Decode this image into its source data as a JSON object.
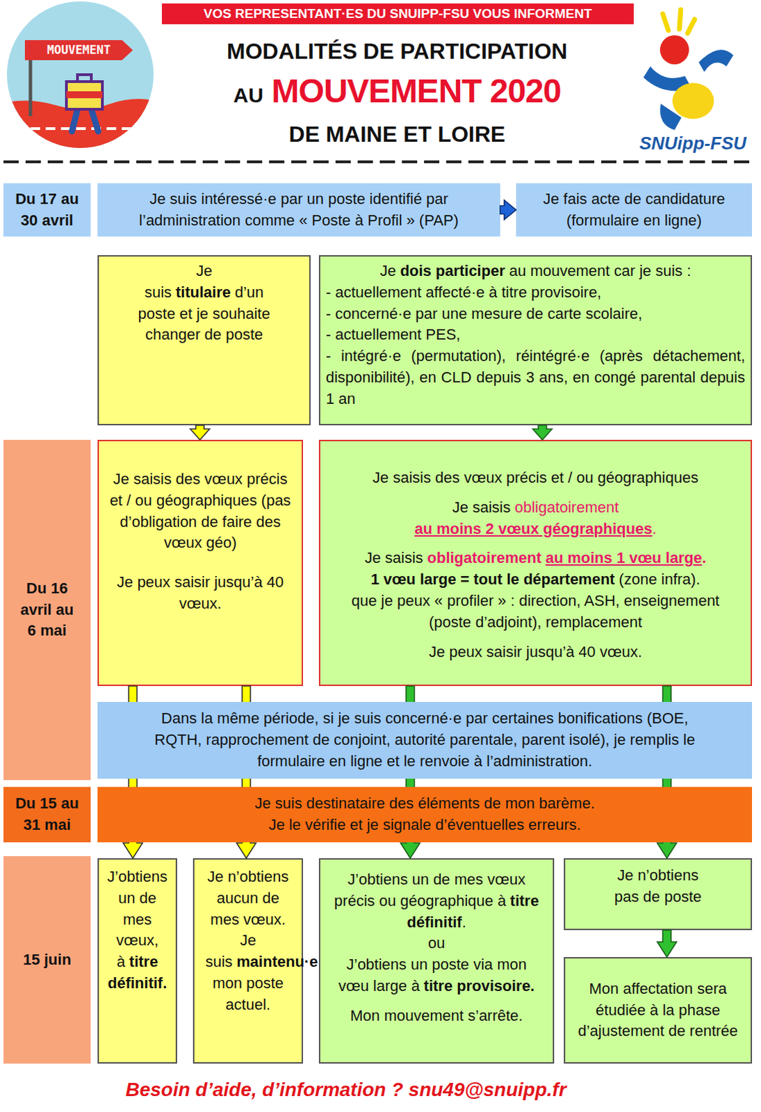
{
  "diagram": {
    "title": "MODALITÉS DE PARTICIPATION",
    "nodes": [
      {
        "text": [
          "VOS REPRESENTANT·ES DU SNUIPP-FSU VOUS INFORMENT"
        ]
      },
      {
        "text": [
          "Du 17 au 30 avril"
        ]
      },
      {
        "text": [
          "Je suis intéressé·e par un poste identifié par l’administration comme « Poste à Profil » (PAP)"
        ]
      },
      {
        "text": [
          "Je fais acte de candidature (formulaire en ligne)"
        ]
      },
      {
        "text": [
          "Je suis",
          "titulaire",
          "d’un poste et je souhaite changer de poste"
        ]
      },
      {
        "text": [
          "Je",
          "dois participer",
          "au mouvement car je suis :",
          "- actuellement affecté·e à titre provisoire,",
          "- concerné·e par une mesure de carte scolaire,",
          "- actuellement PES,",
          "- intégré·e (permutation), réintégré·e (après détachement, disponibilité), en CLD depuis 3 ans, en congé parental depuis 1 an"
        ]
      },
      {
        "text": [
          "Du 16 avril au 6 mai"
        ]
      },
      {
        "text": [
          "Je saisis des vœux précis et / ou géographiques (pas d’obligation de faire des vœux géo)",
          "Je peux saisir jusqu’à 40 vœux."
        ]
      },
      {
        "text": [
          "Je saisis des vœux précis et / ou géographiques",
          "Je saisis",
          "obligatoirement",
          "au moins 2 vœux géographiques",
          ".",
          "Je saisis",
          "obligatoirement",
          "au moins 1 vœu large",
          ".",
          "1 vœu large = tout le département",
          "(zone infra).",
          "que je peux « profiler » : direction, ASH, enseignement (poste d’adjoint), remplacement",
          "Je peux saisir jusqu’à 40 vœux."
        ]
      },
      {
        "text": [
          "Dans la même période, si je suis concerné·e par certaines bonifications (BOE, RQTH, rapprochement de conjoint, autorité parentale, parent isolé), je remplis le formulaire en ligne et le renvoie à l’administration."
        ]
      },
      {
        "text": [
          "Du 15 au 31 mai"
        ]
      },
      {
        "text": [
          "Je suis destinataire des éléments de mon barème.",
          "Je le vérifie et je signale d’éventuelles erreurs."
        ]
      },
      {
        "text": [
          "15 juin"
        ]
      },
      {
        "text": [
          "J’obtiens un de mes vœux, à",
          "titre définitif."
        ]
      },
      {
        "text": [
          "Je n’obtiens aucun de mes vœux. Je suis",
          "maintenu·e",
          "sur mon poste actuel."
        ]
      },
      {
        "text": [
          "J’obtiens un de mes vœux précis ou géographique à",
          "titre définitif",
          ".",
          "ou",
          "J’obtiens un poste via mon vœu large à",
          "titre provisoire.",
          "Mon mouvement s’arrête."
        ]
      },
      {
        "text": [
          "Je n’obtiens pas de poste"
        ]
      },
      {
        "text": [
          "Mon affectation sera étudiée à la phase d’ajustement de rentrée"
        ]
      }
    ],
    "edges": [
      {
        "from": 2,
        "to": 3,
        "arrow": "to"
      },
      {
        "from": 4,
        "to": 7,
        "arrow": "to"
      },
      {
        "from": 5,
        "to": 8,
        "arrow": "to"
      },
      {
        "from": 7,
        "to": 13,
        "arrow": "to"
      },
      {
        "from": 7,
        "to": 14,
        "arrow": "to"
      },
      {
        "from": 8,
        "to": 15,
        "arrow": "to"
      },
      {
        "from": 8,
        "to": 16,
        "arrow": "to"
      },
      {
        "from": 16,
        "to": 17,
        "arrow": "to"
      }
    ],
    "labels": [
      "MOUVEMENT",
      "AU",
      "MOUVEMENT 2020",
      "DE MAINE ET LOIRE",
      "SNUipp-FSU",
      "Besoin d’aide, d’information ? snu49@snuipp.fr"
    ]
  }
}
